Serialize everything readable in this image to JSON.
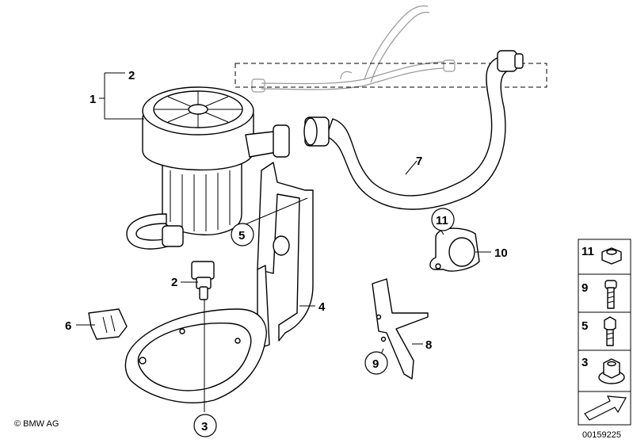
{
  "callouts": {
    "c1": "1",
    "c2a": "2",
    "c2b": "2",
    "c3": "3",
    "c4": "4",
    "c5": "5",
    "c6": "6",
    "c7": "7",
    "c8": "8",
    "c9": "9",
    "c10": "10",
    "c11": "11"
  },
  "legend": {
    "items": [
      {
        "num": "11",
        "part": "nut"
      },
      {
        "num": "9",
        "part": "bolt-long"
      },
      {
        "num": "5",
        "part": "bolt-short"
      },
      {
        "num": "3",
        "part": "flange-nut"
      }
    ]
  },
  "footer": {
    "copyright": "© BMW AG",
    "diagram_number": "00159225"
  }
}
